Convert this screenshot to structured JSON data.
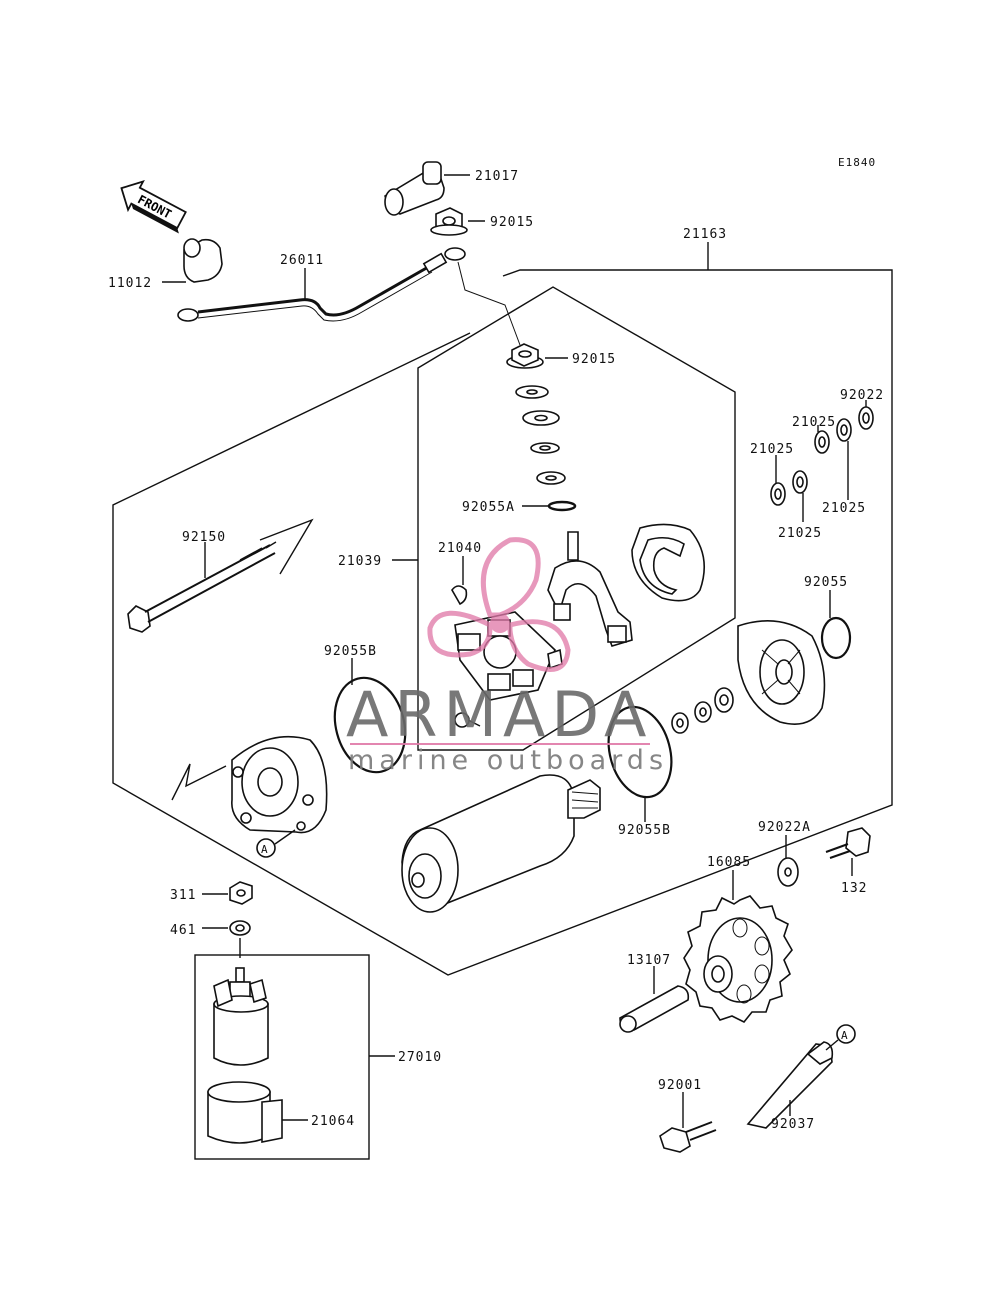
{
  "diagram": {
    "code": "E1840",
    "front_label": "FRONT",
    "callout_a": "A",
    "labels": {
      "p21017": "21017",
      "p92015_top": "92015",
      "p21163": "21163",
      "p11012": "11012",
      "p26011": "26011",
      "p92015_mid": "92015",
      "p92022": "92022",
      "p21025_a": "21025",
      "p21025_b": "21025",
      "p21025_c": "21025",
      "p21025_d": "21025",
      "p92055A": "92055A",
      "p92150": "92150",
      "p21039": "21039",
      "p21040": "21040",
      "p92055": "92055",
      "p92055B_left": "92055B",
      "p92055B_right": "92055B",
      "p92022A": "92022A",
      "p16085": "16085",
      "p132": "132",
      "p311": "311",
      "p461": "461",
      "p13107": "13107",
      "p27010": "27010",
      "p21064": "21064",
      "p92001": "92001",
      "p92037": "92037"
    }
  },
  "watermark": {
    "brand": "ARMADA",
    "tagline": "marine outboards",
    "accent_color": "#e07aa8"
  }
}
